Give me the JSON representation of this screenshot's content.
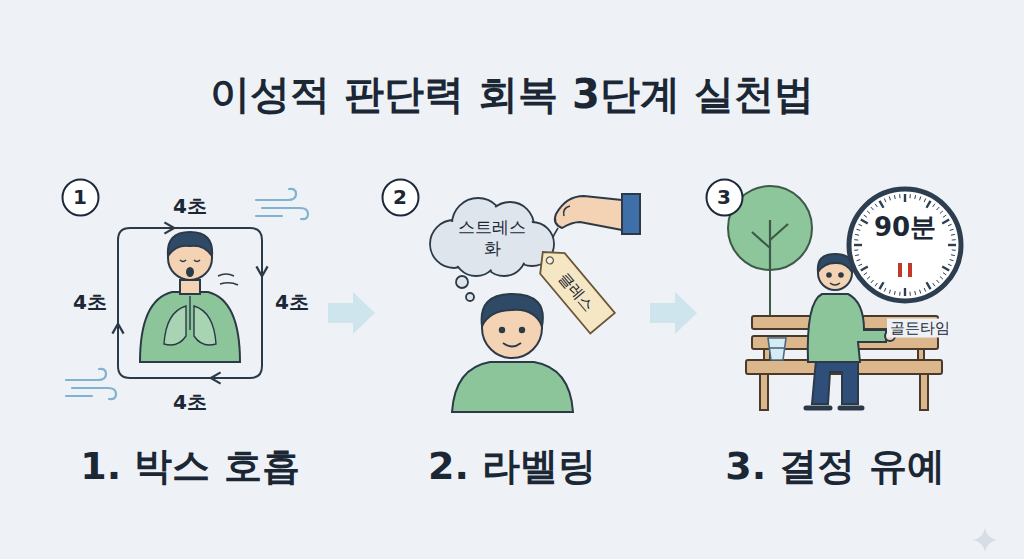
{
  "diagram": {
    "title": "이성적 판단력 회복 3단계 실천법",
    "nodes": [
      {
        "text": [
          "1"
        ]
      },
      {
        "text": [
          "2"
        ]
      },
      {
        "text": [
          "스트레스 화"
        ]
      },
      {
        "text": [
          "클레스"
        ]
      },
      {
        "text": [
          "3"
        ]
      },
      {
        "text": [
          "90분"
        ]
      }
    ],
    "labels": [
      "4초",
      "4초",
      "4초",
      "4초",
      "골든타임",
      "1. 박스 호흡",
      "2. 라벨링",
      "3. 결정 유예"
    ]
  }
}
